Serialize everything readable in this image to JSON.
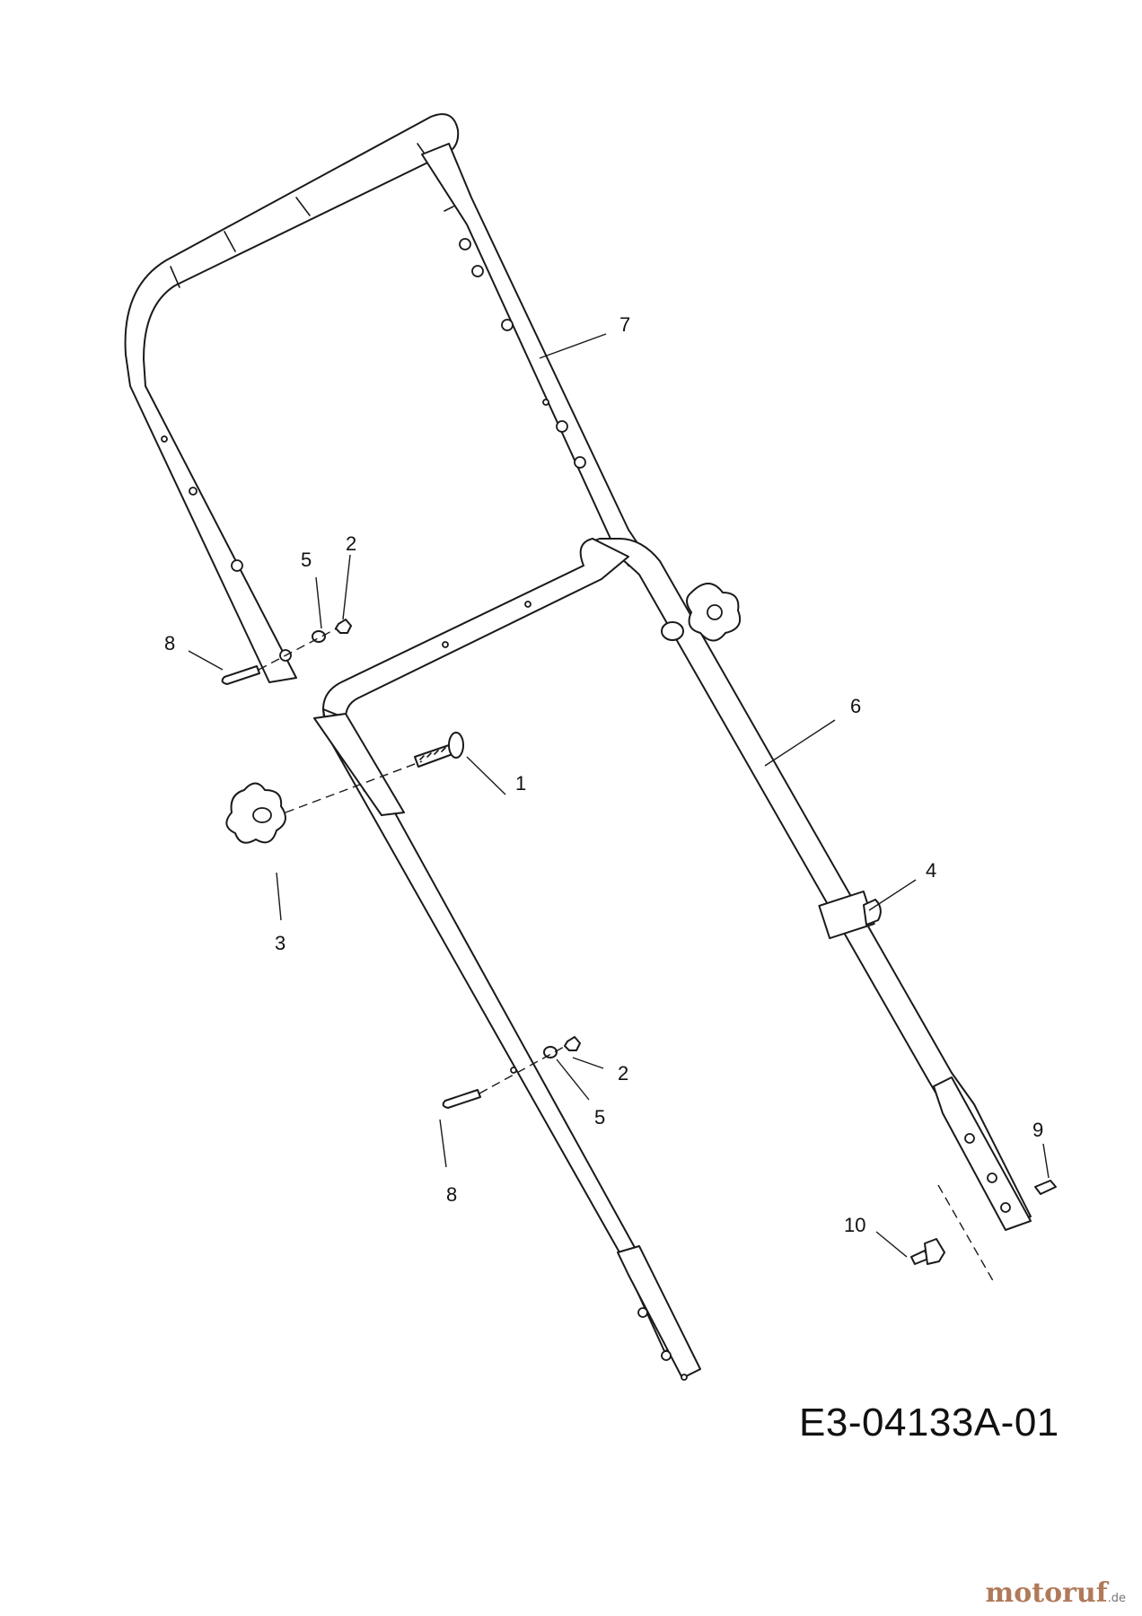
{
  "drawing_code": "E3-04133A-01",
  "watermark": {
    "main": "motoruf",
    "suffix": ".de"
  },
  "callouts": {
    "c1": "1",
    "c2a": "2",
    "c2b": "2",
    "c3": "3",
    "c4": "4",
    "c5a": "5",
    "c5b": "5",
    "c6": "6",
    "c7": "7",
    "c8a": "8",
    "c8b": "8",
    "c9": "9",
    "c10": "10"
  }
}
